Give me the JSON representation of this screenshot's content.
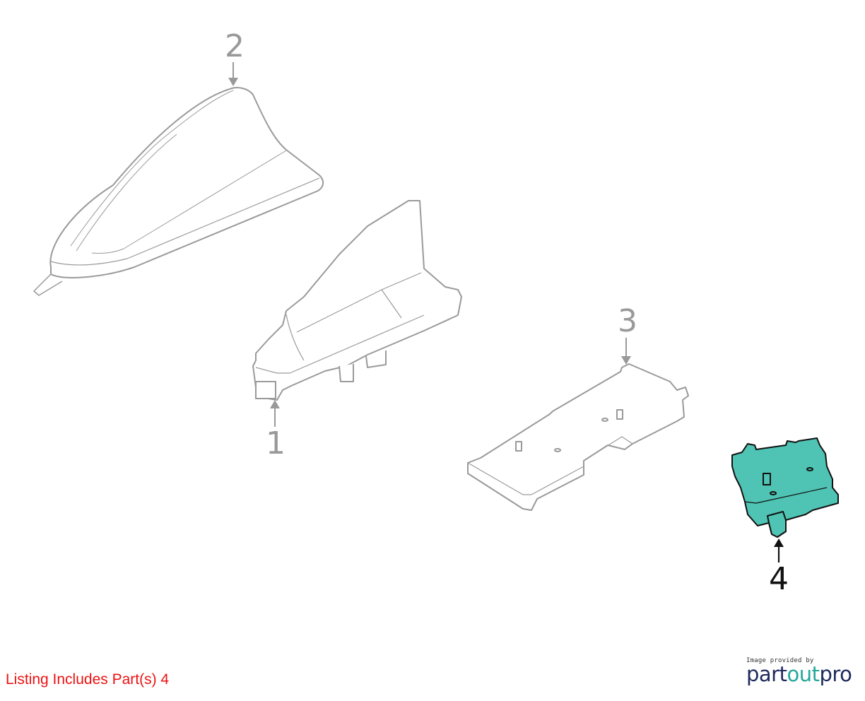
{
  "diagram": {
    "callouts": [
      {
        "id": "1",
        "label": "1",
        "highlighted": false
      },
      {
        "id": "2",
        "label": "2",
        "highlighted": false
      },
      {
        "id": "3",
        "label": "3",
        "highlighted": false
      },
      {
        "id": "4",
        "label": "4",
        "highlighted": true
      }
    ],
    "colors": {
      "line_gray": "#999999",
      "highlight_fill": "#4fc4b4",
      "highlight_stroke": "#111111",
      "listing_red": "#ee1111"
    }
  },
  "listing_note": "Listing Includes Part(s) 4",
  "credit": {
    "caption": "Image provided by",
    "logo_part1": "part",
    "logo_part2": "out",
    "logo_part3": "pro"
  }
}
